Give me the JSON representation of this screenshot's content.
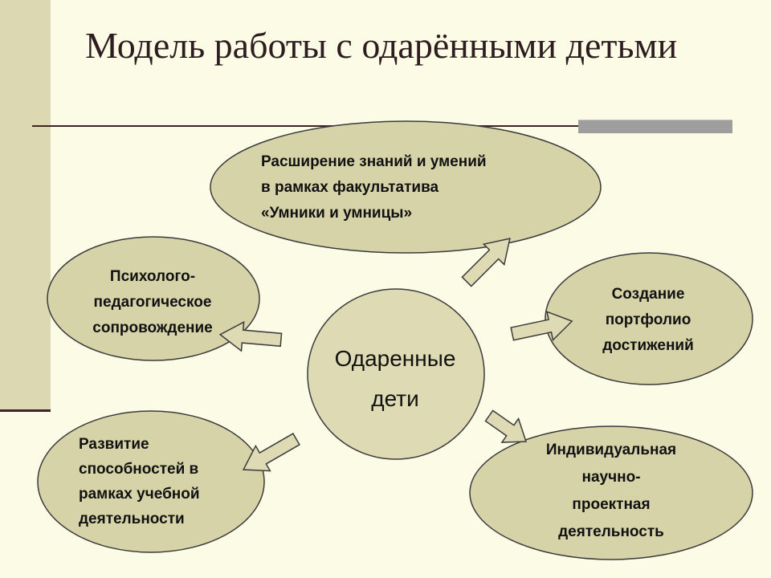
{
  "title": "Модель работы с одарёнными детьми",
  "center": {
    "label": "Одаренные\nдети"
  },
  "nodes": {
    "top": "Расширение знаний и умений\nв рамках факультатива\n«Умники и умницы»",
    "left": "Психолого-\nпедагогическое\nсопровождение",
    "right": "Создание\nпортфолио\nдостижений",
    "bottom_left": "Развитие\nспособностей в\nрамках учебной\nдеятельности",
    "bottom_right": "Индивидуальная\nнаучно-\nпроектная\nдеятельность"
  },
  "colors": {
    "node_fill": "#d6d3a9",
    "center_fill": "#dddab4",
    "stroke": "#3b3b3b",
    "accent": "#3b2326"
  }
}
